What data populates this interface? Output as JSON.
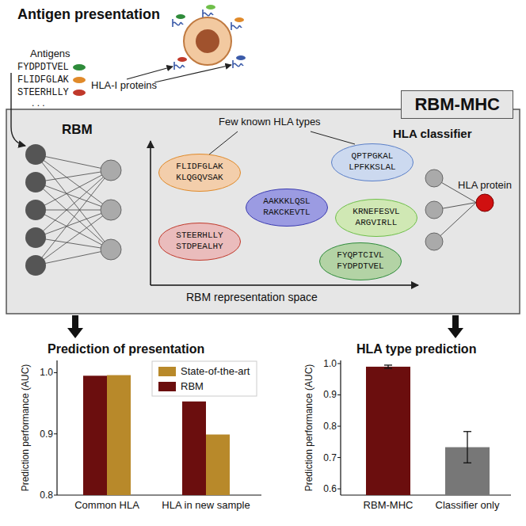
{
  "diagram": {
    "nodes": [
      {
        "text": [
          "RBM-MHC"
        ]
      },
      {
        "text": [
          "FLIDFGLAK KLQGQVSAK"
        ],
        "in": 0
      },
      {
        "text": [
          "QPTPGKAL LPFKKSLAL"
        ],
        "in": 0
      },
      {
        "text": [
          "AAKKKLQSL RAKCKEVTL"
        ],
        "in": 0
      },
      {
        "text": [
          "STEERHLLY STDPEALHY"
        ],
        "in": 0
      },
      {
        "text": [
          "KRNEFESVL ARGVIRLL"
        ],
        "in": 0
      },
      {
        "text": [
          "FYQPTCIVL FYDPDTVEL"
        ],
        "in": 0
      },
      {
        "text": [
          "HLA protein"
        ],
        "in": 0
      }
    ],
    "labels": [
      "Antigen presentation",
      "Antigens",
      "FYDPDTVEL",
      "FLIDFGLAK",
      "STEERHLLY",
      ". . .",
      "HLA-I proteins",
      "RBM",
      "HLA classifier",
      "Few known HLA types",
      "RBM representation space",
      "Prediction of presentation",
      "HLA type prediction",
      "1.0",
      "0.9",
      "0.8",
      "Prediction performance (AUC)",
      "Common HLA",
      "HLA in new sample",
      "1.0",
      "0.9",
      "0.8",
      "0.7",
      "0.6",
      "Prediction performance (AUC)",
      "RBM-MHC",
      "Classifier only"
    ],
    "legend": [
      {
        "text": "State-of-the-art",
        "color": "#b8892a"
      },
      {
        "text": "RBM",
        "color": "#6b0e0e"
      }
    ]
  }
}
